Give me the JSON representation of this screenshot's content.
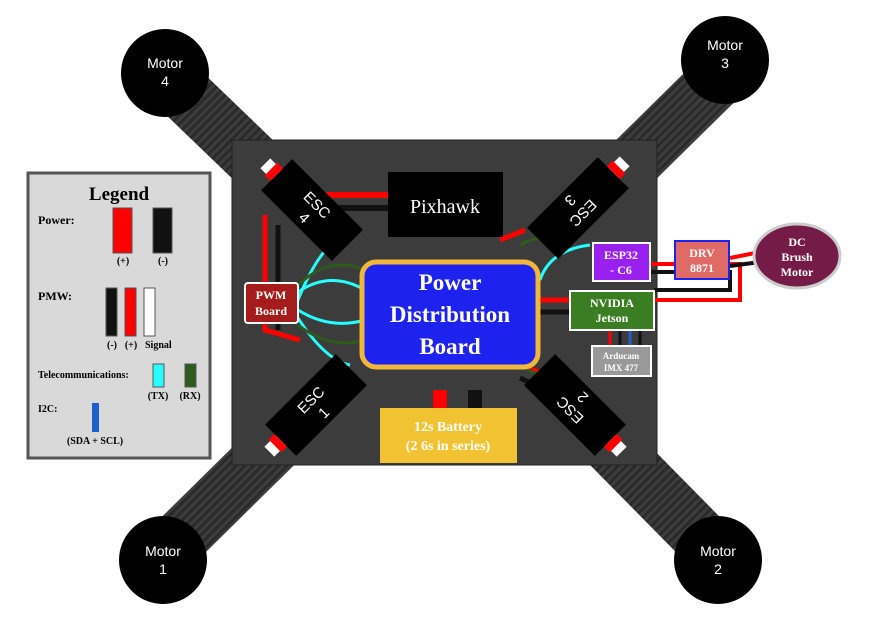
{
  "colors": {
    "frame": "#3c3c3c",
    "arm": "#2f2f2f",
    "power_positive": "#ff0000",
    "power_negative": "#111111",
    "signal": "#ffffff",
    "tx": "#27ffff",
    "rx": "#2f5a1e",
    "i2c": "#1f5fcc",
    "pdb_fill": "#1e22ee",
    "pdb_border": "#f0b73c",
    "pwm_board": "#a61c1c",
    "battery": "#f1c232",
    "esp32": "#9920ee",
    "drv": "#e06a66",
    "jetson": "#3b7d23",
    "arducam": "#999999",
    "dc_motor": "#741b47"
  },
  "motors": {
    "m1": {
      "line1": "Motor",
      "line2": "1"
    },
    "m2": {
      "line1": "Motor",
      "line2": "2"
    },
    "m3": {
      "line1": "Motor",
      "line2": "3"
    },
    "m4": {
      "line1": "Motor",
      "line2": "4"
    }
  },
  "escs": {
    "e1": {
      "line1": "ESC",
      "line2": "1"
    },
    "e2": {
      "line1": "ESC",
      "line2": "2"
    },
    "e3": {
      "line1": "ESC",
      "line2": "3"
    },
    "e4": {
      "line1": "ESC",
      "line2": "4"
    }
  },
  "pixhawk": "Pixhawk",
  "pdb": {
    "line1": "Power",
    "line2": "Distribution",
    "line3": "Board"
  },
  "pwm_board": {
    "line1": "PWM",
    "line2": "Board"
  },
  "battery": {
    "line1": "12s Battery",
    "line2": "(2 6s in series)"
  },
  "esp32": {
    "line1": "ESP32",
    "line2": "- C6"
  },
  "drv": {
    "line1": "DRV",
    "line2": "8871"
  },
  "dc_motor": {
    "line1": "DC",
    "line2": "Brush",
    "line3": "Motor"
  },
  "jetson": {
    "line1": "NVIDIA",
    "line2": "Jetson"
  },
  "arducam": {
    "line1": "Arducam",
    "line2": "IMX 477"
  },
  "legend": {
    "title": "Legend",
    "power": {
      "label": "Power:",
      "plus": "(+)",
      "minus": "(-)"
    },
    "pwm": {
      "label": "PMW:",
      "minus": "(-)",
      "plus": "(+)",
      "signal": "Signal"
    },
    "telecom": {
      "label": "Telecommunications:",
      "tx": "(TX)",
      "rx": "(RX)"
    },
    "i2c": {
      "label": "I2C:",
      "pins": "(SDA + SCL)"
    }
  }
}
